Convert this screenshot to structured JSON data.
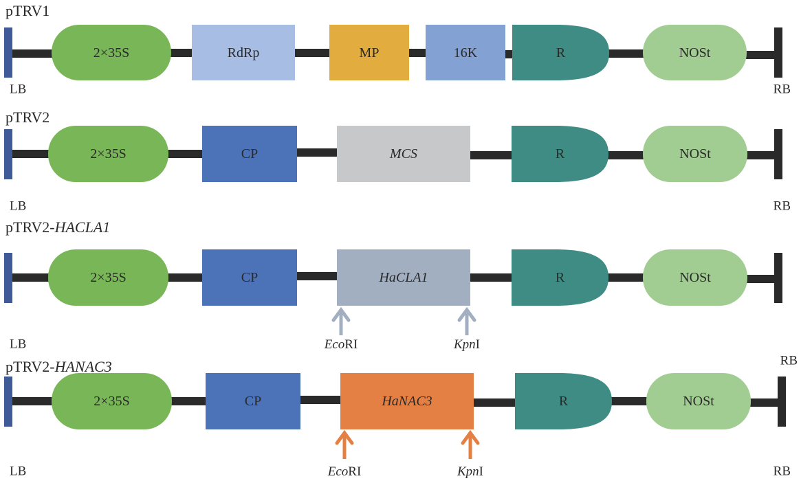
{
  "colors": {
    "line": "#2a2a2a",
    "lb": "#3f5a97",
    "rb": "#2a2a2a",
    "promoter": "#78b658",
    "rdrp": "#a8bde4",
    "mp": "#e3ac3e",
    "k16": "#83a1d3",
    "ribozyme": "#3e8c84",
    "terminator": "#a1cd92",
    "cp": "#4c73b8",
    "mcs": "#c7c8ca",
    "hacla1": "#a2afc1",
    "hanac3": "#e48044",
    "site_hacla1": "#a2afc1",
    "site_hanac3": "#e48044"
  },
  "constructs": [
    {
      "name_plain": "pTRV1",
      "name_italic": "",
      "left_border": "LB",
      "right_border": "RB",
      "elements": [
        {
          "id": "promoter",
          "label": "2×35S",
          "italic": false,
          "shape": "pill",
          "color_key": "promoter"
        },
        {
          "id": "rdrp",
          "label": "RdRp",
          "italic": false,
          "shape": "rect",
          "color_key": "rdrp"
        },
        {
          "id": "mp",
          "label": "MP",
          "italic": false,
          "shape": "rect",
          "color_key": "mp"
        },
        {
          "id": "16k",
          "label": "16K",
          "italic": false,
          "shape": "rect",
          "color_key": "k16"
        },
        {
          "id": "ribozyme",
          "label": "R",
          "italic": false,
          "shape": "dshape",
          "color_key": "ribozyme"
        },
        {
          "id": "terminator",
          "label": "NOSt",
          "italic": false,
          "shape": "pill",
          "color_key": "terminator"
        }
      ],
      "sites": []
    },
    {
      "name_plain": "pTRV2",
      "name_italic": "",
      "left_border": "LB",
      "right_border": "RB",
      "elements": [
        {
          "id": "promoter",
          "label": "2×35S",
          "italic": false,
          "shape": "pill",
          "color_key": "promoter"
        },
        {
          "id": "cp",
          "label": "CP",
          "italic": false,
          "shape": "rect",
          "color_key": "cp"
        },
        {
          "id": "mcs",
          "label": "MCS",
          "italic": true,
          "shape": "rect",
          "color_key": "mcs"
        },
        {
          "id": "ribozyme",
          "label": "R",
          "italic": false,
          "shape": "dshape",
          "color_key": "ribozyme"
        },
        {
          "id": "terminator",
          "label": "NOSt",
          "italic": false,
          "shape": "pill",
          "color_key": "terminator"
        }
      ],
      "sites": []
    },
    {
      "name_plain": "pTRV2-",
      "name_italic": "HACLA1",
      "left_border": "LB",
      "right_border": "RB",
      "elements": [
        {
          "id": "promoter",
          "label": "2×35S",
          "italic": false,
          "shape": "pill",
          "color_key": "promoter"
        },
        {
          "id": "cp",
          "label": "CP",
          "italic": false,
          "shape": "rect",
          "color_key": "cp"
        },
        {
          "id": "insert",
          "label": "HaCLA1",
          "italic": true,
          "shape": "rect",
          "color_key": "hacla1"
        },
        {
          "id": "ribozyme",
          "label": "R",
          "italic": false,
          "shape": "dshape",
          "color_key": "ribozyme"
        },
        {
          "id": "terminator",
          "label": "NOSt",
          "italic": false,
          "shape": "pill",
          "color_key": "terminator"
        }
      ],
      "sites": [
        {
          "italic_part": "Eco",
          "plain_part": "RI",
          "color_key": "site_hacla1"
        },
        {
          "italic_part": "Kpn",
          "plain_part": "I",
          "color_key": "site_hacla1"
        }
      ]
    },
    {
      "name_plain": "pTRV2-",
      "name_italic": "HANAC3",
      "left_border": "LB",
      "right_border": "RB",
      "right_border_top": "RB",
      "elements": [
        {
          "id": "promoter",
          "label": "2×35S",
          "italic": false,
          "shape": "pill",
          "color_key": "promoter"
        },
        {
          "id": "cp",
          "label": "CP",
          "italic": false,
          "shape": "rect",
          "color_key": "cp"
        },
        {
          "id": "insert",
          "label": "HaNAC3",
          "italic": true,
          "shape": "rect",
          "color_key": "hanac3"
        },
        {
          "id": "ribozyme",
          "label": "R",
          "italic": false,
          "shape": "dshape",
          "color_key": "ribozyme"
        },
        {
          "id": "terminator",
          "label": "NOSt",
          "italic": false,
          "shape": "pill",
          "color_key": "terminator"
        }
      ],
      "sites": [
        {
          "italic_part": "Eco",
          "plain_part": "RI",
          "color_key": "site_hanac3"
        },
        {
          "italic_part": "Kpn",
          "plain_part": "I",
          "color_key": "site_hanac3"
        }
      ]
    }
  ]
}
